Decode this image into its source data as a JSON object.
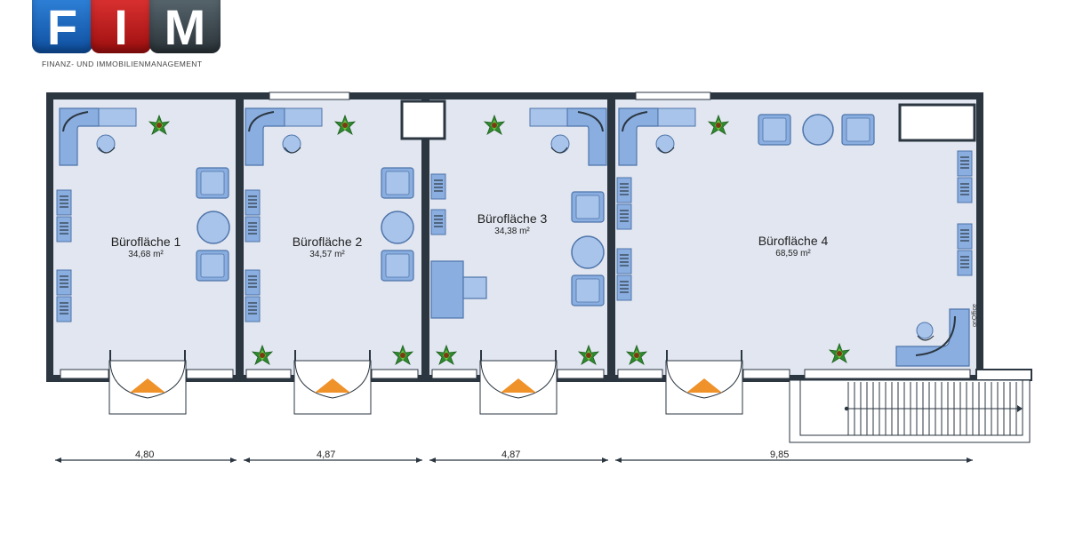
{
  "logo": {
    "letters": [
      "F",
      "I",
      "M"
    ],
    "subtitle": "FINANZ- UND IMMOBILIENMANAGEMENT",
    "colors": {
      "f": "#1a62b8",
      "i": "#c21d1d",
      "m": "#3b464d"
    }
  },
  "rooms": [
    {
      "name": "Bürofläche 1",
      "area": "34,68 m²"
    },
    {
      "name": "Bürofläche 2",
      "area": "34,57 m²"
    },
    {
      "name": "Bürofläche 3",
      "area": "34,38 m²"
    },
    {
      "name": "Bürofläche 4",
      "area": "68,59 m²"
    }
  ],
  "dimensions": [
    "4,80",
    "4,87",
    "4,87",
    "9,85"
  ],
  "watermark": "onOffice",
  "colors": {
    "wall": "#2b3640",
    "floor": "#e1e6f0",
    "furniture": "#8aaee0",
    "furniture_stroke": "#4e74aa",
    "door_arrow": "#f0922a",
    "plant": "#2f8a2f"
  }
}
